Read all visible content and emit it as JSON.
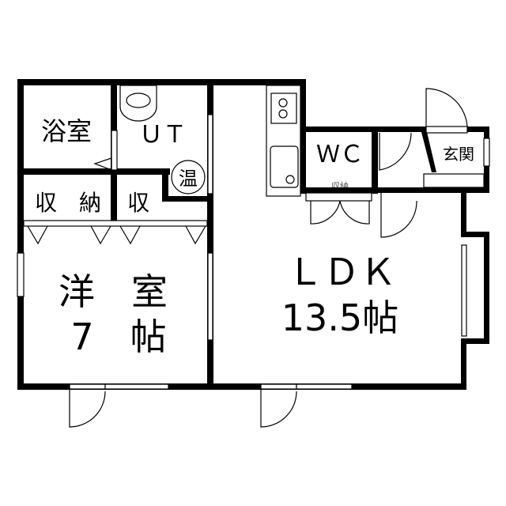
{
  "rooms": {
    "bath": "浴室",
    "utility": "ＵＴ",
    "water_heater": "温",
    "closet_left": "収　納",
    "closet_small": "収",
    "western_room": "洋　室",
    "western_size": "7　帖",
    "ldk": "ＬＤＫ",
    "ldk_size": "13.5帖",
    "wc": "ＷＣ",
    "entrance": "玄関",
    "closet_hall": "収納"
  },
  "colors": {
    "wall": "#000000",
    "background": "#ffffff"
  }
}
